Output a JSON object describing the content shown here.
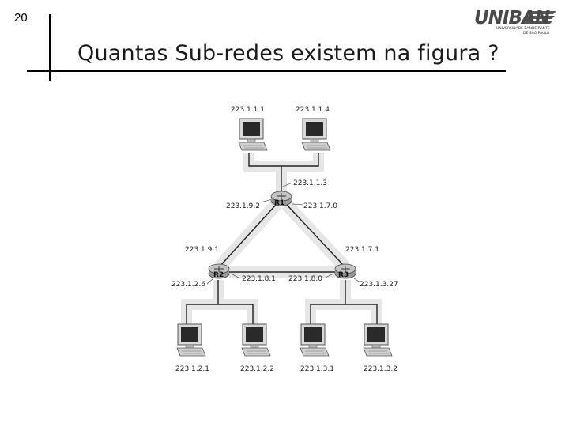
{
  "slide": {
    "number": "20",
    "title": "Quantas Sub-redes existem na figura ?"
  },
  "logo": {
    "name": "UNIBAN",
    "line1": "UNIVERSIDADE BANDEIRANTE",
    "line2": "DE SÃO PAULO"
  },
  "diagram": {
    "routers": {
      "r1": "R1",
      "r2": "R2",
      "r3": "R3"
    },
    "hosts": {
      "h1": "223.1.1.1",
      "h2": "223.1.1.4",
      "h3": "223.1.2.1",
      "h4": "223.1.2.2",
      "h5": "223.1.3.1",
      "h6": "223.1.3.2"
    },
    "interfaces": {
      "r1_lan": "223.1.1.3",
      "r1_left": "223.1.9.2",
      "r1_right": "223.1.7.0",
      "r2_top": "223.1.9.1",
      "r2_lan": "223.1.2.6",
      "r2_right": "223.1.8.1",
      "r3_top": "223.1.7.1",
      "r3_left": "223.1.8.0",
      "r3_lan": "223.1.3.27"
    }
  },
  "colors": {
    "cloud": "#e6e6e6",
    "line": "#222222",
    "text": "#1a1a1a"
  }
}
